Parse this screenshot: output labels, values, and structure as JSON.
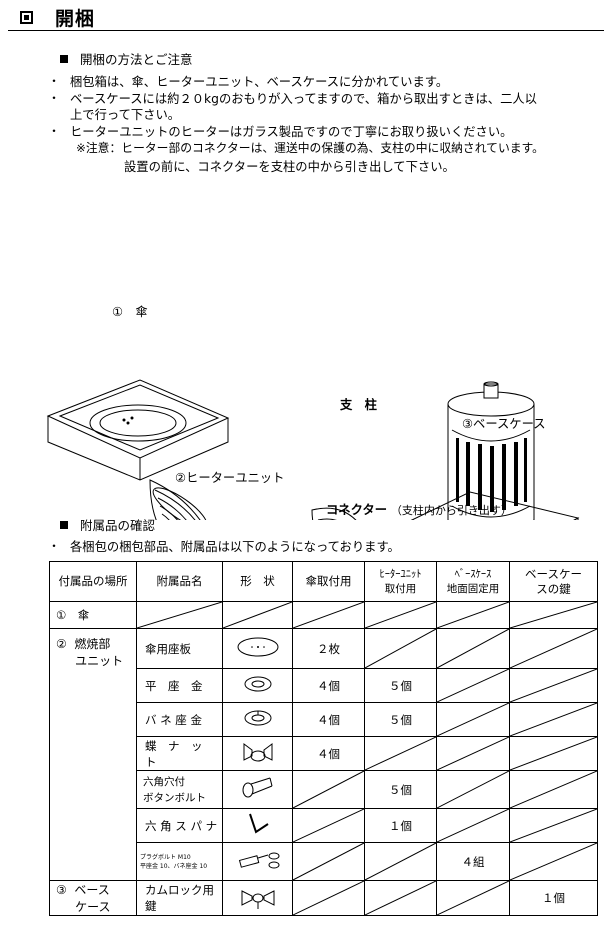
{
  "title": "開梱",
  "section1": {
    "heading": "開梱の方法とご注意",
    "bullets": [
      "梱包箱は、傘、ヒーターユニット、ベースケースに分かれています。",
      "ベースケースには約２０kgのおもりが入ってますので、箱から取出すときは、二人以",
      "上で行って下さい。",
      "ヒーターユニットのヒーターはガラス製品ですので丁寧にお取り扱いください。"
    ],
    "note_line1": "※注意：ヒーター部のコネクターは、運送中の保護の為、支柱の中に収納されています。",
    "note_line2": "設置の前に、コネクターを支柱の中から引き出して下さい。"
  },
  "figures": {
    "umbrella": "①　傘",
    "heater_unit": "②ヒーターユニット",
    "base_case": "③ベースケース",
    "pole": "支　柱",
    "connector": "コネクター",
    "connector_note": "（支柱内から引き出す）"
  },
  "section2": {
    "heading": "附属品の確認",
    "bullet": "各梱包の梱包部品、附属品は以下のようになっております。"
  },
  "table": {
    "headers": [
      "付属品の場所",
      "附属品名",
      "形　状",
      "傘取付用",
      "ﾋｰﾀｰﾕﾆｯﾄ\n取付用",
      "ﾍﾞｰｽｹｰｽ\n地面固定用",
      "ベースケー\nスの鍵"
    ],
    "row_umbrella": "①　傘",
    "group_unit": "②  燃焼部\n     ユニット",
    "group_base": "③  ベース\n     ケース",
    "items": [
      {
        "name": "傘用座板",
        "umbrella": "２枚",
        "heater": "",
        "ground": "",
        "key": ""
      },
      {
        "name": "平　座　金",
        "umbrella": "４個",
        "heater": "５個",
        "ground": "",
        "key": ""
      },
      {
        "name": "バ ネ 座 金",
        "umbrella": "４個",
        "heater": "５個",
        "ground": "",
        "key": ""
      },
      {
        "name": "蝶　ナ　ッ　ト",
        "umbrella": "４個",
        "heater": "",
        "ground": "",
        "key": ""
      },
      {
        "name": "六角穴付\nボタンボルト",
        "umbrella": "",
        "heater": "５個",
        "ground": "",
        "key": ""
      },
      {
        "name": "六 角 ス パ ナ",
        "umbrella": "",
        "heater": "１個",
        "ground": "",
        "key": ""
      },
      {
        "name": "プラグボルト M10\n平座金 10、バネ座金 10",
        "umbrella": "",
        "heater": "",
        "ground": "４組",
        "key": ""
      },
      {
        "name": "カムロック用鍵",
        "umbrella": "",
        "heater": "",
        "ground": "",
        "key": "１個"
      }
    ]
  }
}
